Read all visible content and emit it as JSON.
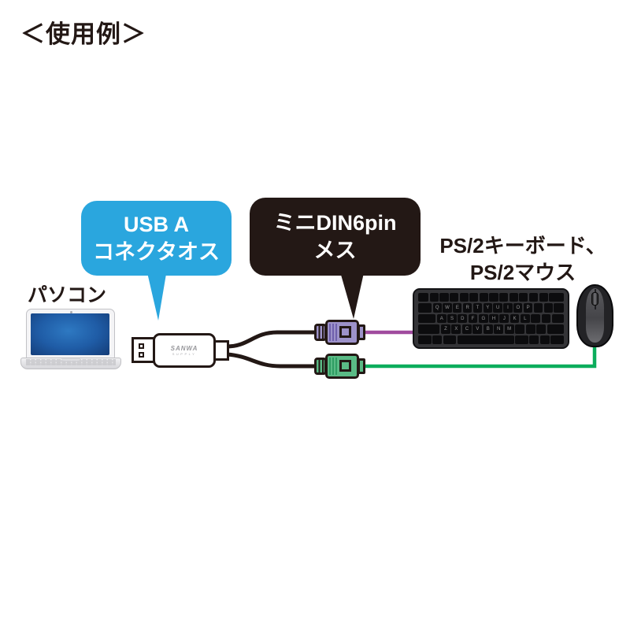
{
  "title": "＜使用例＞",
  "callouts": {
    "usb": {
      "line1": "USB A",
      "line2": "コネクタオス"
    },
    "minidin": {
      "line1": "ミニDIN6pin",
      "line2": "メス"
    }
  },
  "labels": {
    "pc": "パソコン",
    "ps2_devices_line1": "PS/2キーボード、",
    "ps2_devices_line2": "PS/2マウス"
  },
  "usb_converter": {
    "brand": "SANWA",
    "brand_sub": "SUPPLY"
  },
  "colors": {
    "bubble_blue": "#2AA6DE",
    "ink_black": "#231815",
    "purple_body": "#9D92C9",
    "purple_dark": "#6F60AC",
    "purple_cable": "#A04B9E",
    "green_body": "#5ABA85",
    "green_dark": "#2F9D63",
    "green_cable": "#0CAD5C",
    "screen_center": "#2E79C2",
    "screen_edge": "#143C77"
  },
  "keyboard": {
    "rows": [
      [
        [
          "",
          1.2
        ],
        [
          "",
          1
        ],
        [
          "",
          1
        ],
        [
          "",
          1
        ],
        [
          "",
          1
        ],
        [
          "",
          1
        ],
        [
          "",
          1
        ],
        [
          "",
          1
        ],
        [
          "",
          1
        ],
        [
          "",
          1
        ],
        [
          "",
          1
        ],
        [
          "",
          1
        ],
        [
          "",
          1
        ],
        [
          "",
          1.7
        ]
      ],
      [
        [
          "",
          1.5
        ],
        [
          "Q",
          1
        ],
        [
          "W",
          1
        ],
        [
          "E",
          1
        ],
        [
          "R",
          1
        ],
        [
          "T",
          1
        ],
        [
          "Y",
          1
        ],
        [
          "U",
          1
        ],
        [
          "I",
          1
        ],
        [
          "O",
          1
        ],
        [
          "P",
          1
        ],
        [
          "",
          1
        ],
        [
          "",
          1
        ],
        [
          "",
          1.1
        ]
      ],
      [
        [
          "",
          1.9
        ],
        [
          "A",
          1
        ],
        [
          "S",
          1
        ],
        [
          "D",
          1
        ],
        [
          "F",
          1
        ],
        [
          "G",
          1
        ],
        [
          "H",
          1
        ],
        [
          "J",
          1
        ],
        [
          "K",
          1
        ],
        [
          "L",
          1
        ],
        [
          "",
          1
        ],
        [
          "",
          1
        ],
        [
          "",
          1.3
        ]
      ],
      [
        [
          "",
          2.3
        ],
        [
          "Z",
          1
        ],
        [
          "X",
          1
        ],
        [
          "C",
          1
        ],
        [
          "V",
          1
        ],
        [
          "B",
          1
        ],
        [
          "N",
          1
        ],
        [
          "M",
          1
        ],
        [
          "",
          1
        ],
        [
          "",
          1
        ],
        [
          "",
          1
        ],
        [
          "",
          1.8
        ]
      ],
      [
        [
          "",
          1.4
        ],
        [
          "",
          1
        ],
        [
          "",
          1.4
        ],
        [
          "",
          6
        ],
        [
          "",
          1.4
        ],
        [
          "",
          1
        ],
        [
          "",
          1
        ],
        [
          "",
          1.4
        ]
      ]
    ]
  }
}
